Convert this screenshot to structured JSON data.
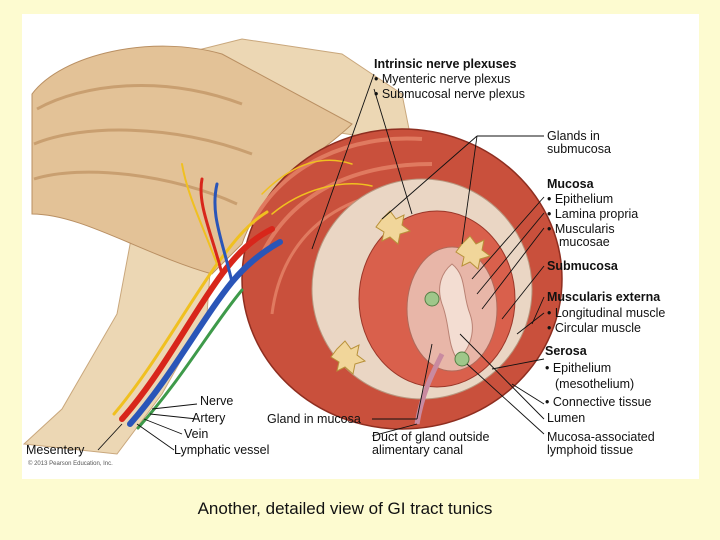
{
  "caption": "Another, detailed view of GI tract tunics",
  "copyright": "© 2013 Pearson Education, Inc.",
  "labels": {
    "intrinsic_title": "Intrinsic nerve plexuses",
    "myenteric": "• Myenteric nerve plexus",
    "submucosal_plexus": "• Submucosal nerve plexus",
    "glands_submucosa_1": "Glands in",
    "glands_submucosa_2": "submucosa",
    "mucosa_title": "Mucosa",
    "epithelium": "• Epithelium",
    "lamina_propria": "• Lamina propria",
    "muscularis_mucosae_1": "• Muscularis",
    "muscularis_mucosae_2": "mucosae",
    "submucosa": "Submucosa",
    "muscularis_externa": "Muscularis externa",
    "longitudinal": "• Longitudinal muscle",
    "circular": "• Circular muscle",
    "serosa_title": "Serosa",
    "serosa_epithelium": "• Epithelium",
    "mesothelium": "(mesothelium)",
    "connective": "• Connective tissue",
    "lumen": "Lumen",
    "malt_1": "Mucosa-associated",
    "malt_2": "lymphoid tissue",
    "duct_1": "Duct of gland outside",
    "duct_2": "alimentary canal",
    "gland_mucosa": "Gland in mucosa",
    "nerve": "Nerve",
    "artery": "Artery",
    "vein": "Vein",
    "lymphatic": "Lymphatic vessel",
    "mesentery": "Mesentery"
  },
  "colors": {
    "slide_background": "#fdfbd0",
    "muscle": "#c9503c",
    "serosa": "#e9cfa8",
    "submucosa": "#ead6c4",
    "artery": "#d8261b",
    "vein": "#2a55b8",
    "nerve": "#f0c020",
    "lymphatic": "#3e9a4a"
  }
}
